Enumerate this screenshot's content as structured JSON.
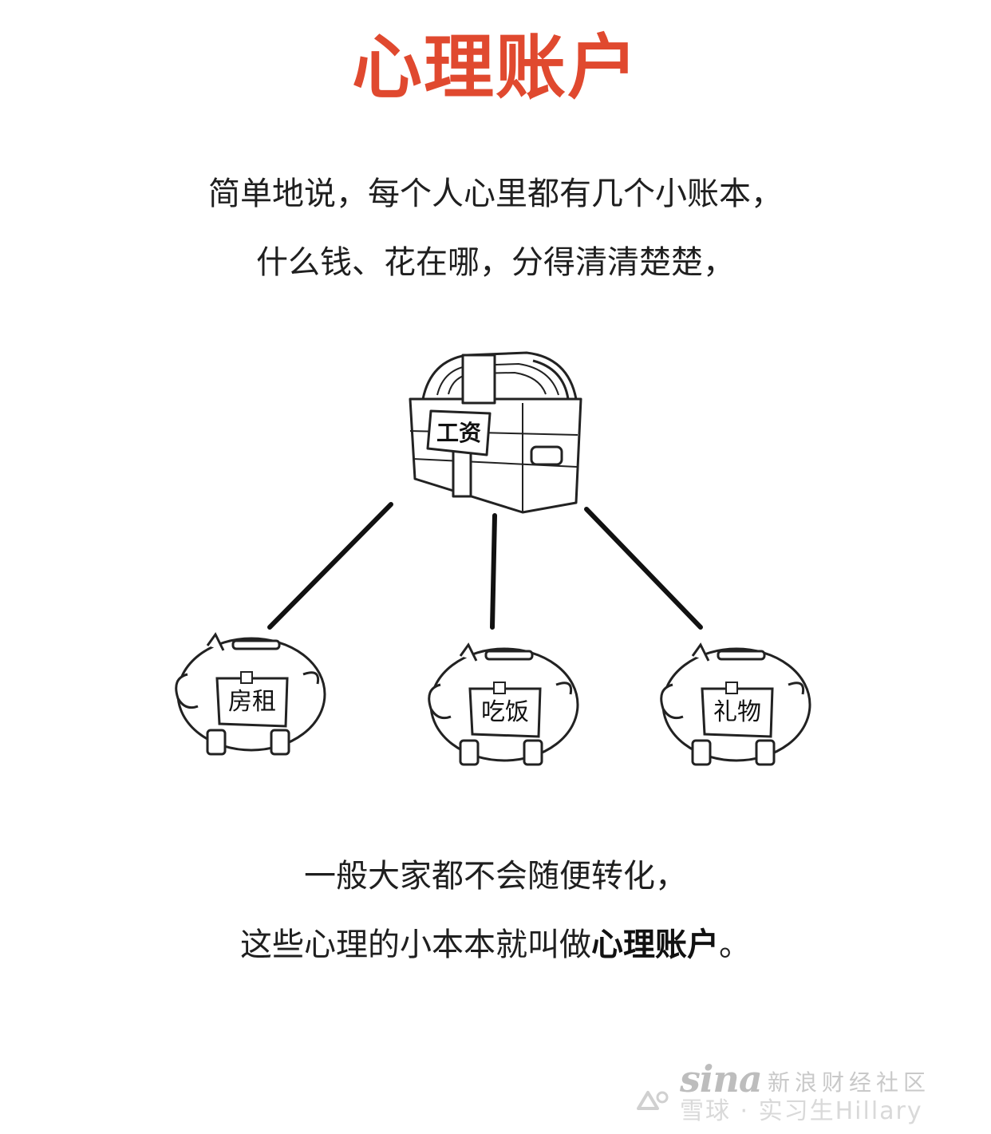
{
  "title": "心理账户",
  "intro": {
    "line1": "简单地说，每个人心里都有几个小账本，",
    "line2": "什么钱、花在哪，分得清清楚楚，"
  },
  "diagram": {
    "chest_label": "工资",
    "piggy_banks": [
      {
        "label": "房租"
      },
      {
        "label": "吃饭"
      },
      {
        "label": "礼物"
      }
    ]
  },
  "outro": {
    "line1": "一般大家都不会随便转化，",
    "line2_prefix": "这些心理的小本本就叫做",
    "line2_emphasis": "心理账户",
    "line2_suffix": "。"
  },
  "watermark": {
    "brand": "sina",
    "site": "新浪财经社区",
    "author": "雪球 · 实习生Hillary"
  }
}
